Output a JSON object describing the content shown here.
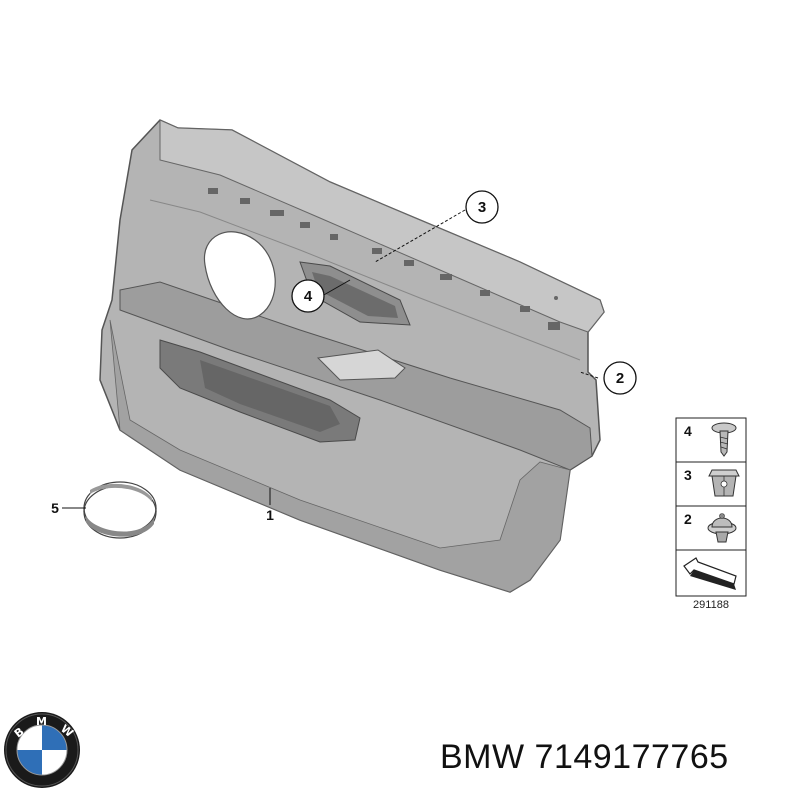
{
  "callouts": {
    "one": "1",
    "two": "2",
    "three": "3",
    "four": "4",
    "five": "5"
  },
  "legend": {
    "items": [
      "4",
      "3",
      "2"
    ],
    "diagram_code": "291188"
  },
  "logo": {
    "letters": "BMW",
    "colors": {
      "blue": "#2f6fb7",
      "white": "#ffffff",
      "ring": "#1a1a1a"
    }
  },
  "caption": {
    "brand": "BMW",
    "part_number": "7149177765"
  },
  "colors": {
    "panel": "#a9a9a9",
    "panel_dark": "#8c8c8c",
    "panel_light": "#c4c4c4",
    "outline": "#555555"
  }
}
